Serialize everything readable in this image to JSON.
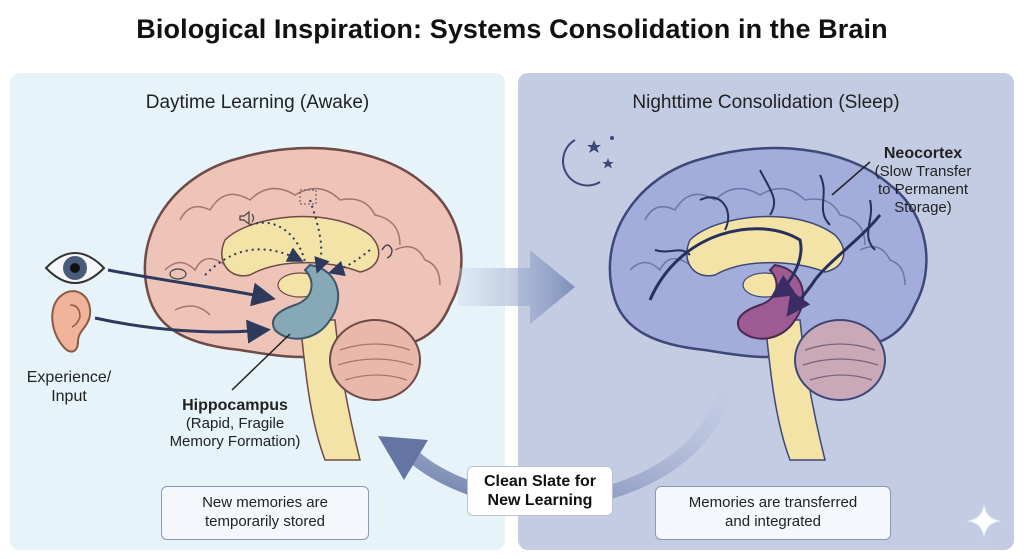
{
  "title": "Biological Inspiration: Systems Consolidation in the Brain",
  "left_panel": {
    "heading": "Daytime Learning (Awake)",
    "input_label_line1": "Experience/",
    "input_label_line2": "Input",
    "hippocampus_title": "Hippocampus",
    "hippocampus_desc_line1": "(Rapid, Fragile",
    "hippocampus_desc_line2": "Memory Formation)",
    "box_line1": "New memories are",
    "box_line2": "temporarily stored"
  },
  "right_panel": {
    "heading": "Nighttime Consolidation (Sleep)",
    "neocortex_title": "Neocortex",
    "neocortex_desc_line1": "(Slow Transfer",
    "neocortex_desc_line2": "to Permanent",
    "neocortex_desc_line3": "Storage)",
    "box_line1": "Memories are transferred",
    "box_line2": "and integrated"
  },
  "cycle_label_line1": "Clean Slate for",
  "cycle_label_line2": "New Learning",
  "icons": [
    "eye-icon",
    "ear-icon",
    "speaker-icon",
    "moon-icon",
    "star-icon",
    "sparkle-icon"
  ],
  "colors": {
    "left_bg": "#e6f3f8",
    "right_bg": "#c4cce4",
    "brain_awake": "#eec3b8",
    "brain_sleep": "#a3addb",
    "hippocampus": "#86a8b7",
    "hippocampus_sleep": "#9e5a93",
    "arrow": "#6c7fab"
  }
}
